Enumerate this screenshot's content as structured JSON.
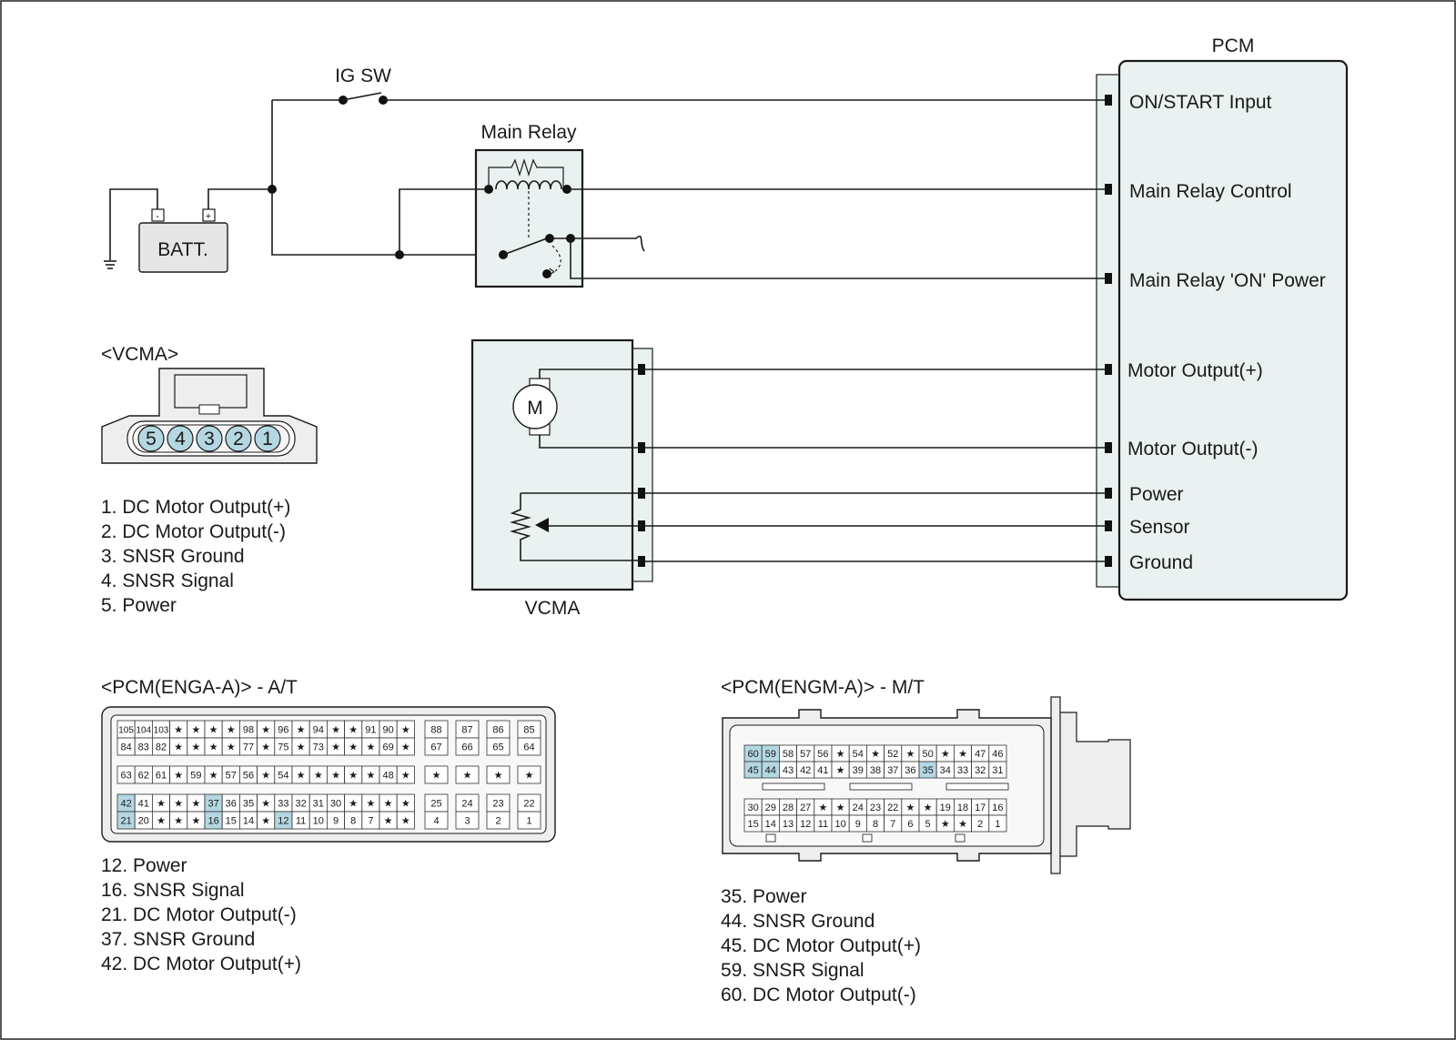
{
  "labels": {
    "ig_sw": "IG SW",
    "main_relay": "Main Relay",
    "batt": "BATT.",
    "batt_minus": "-",
    "batt_plus": "+",
    "pcm": "PCM",
    "vcma": "VCMA",
    "motor": "M"
  },
  "pcm_pins": [
    "ON/START Input",
    "Main Relay Control",
    "Main Relay 'ON' Power",
    "Motor Output(+)",
    "Motor Output(-)",
    "Power",
    "Sensor",
    "Ground"
  ],
  "vcma_connector": {
    "title": "<VCMA>",
    "pins": [
      "5",
      "4",
      "3",
      "2",
      "1"
    ],
    "legend": [
      "1. DC Motor Output(+)",
      "2. DC Motor Output(-)",
      "3. SNSR Ground",
      "4. SNSR Signal",
      "5. Power"
    ]
  },
  "pcm_at": {
    "title": "<PCM(ENGA-A)> - A/T",
    "rows": [
      [
        "105",
        "104",
        "103",
        "★",
        "★",
        "★",
        "★",
        "98",
        "★",
        "96",
        "★",
        "94",
        "★",
        "★",
        "91",
        "90",
        "★"
      ],
      [
        "84",
        "83",
        "82",
        "★",
        "★",
        "★",
        "★",
        "77",
        "★",
        "75",
        "★",
        "73",
        "★",
        "★",
        "★",
        "69",
        "★"
      ],
      [
        "63",
        "62",
        "61",
        "★",
        "59",
        "★",
        "57",
        "56",
        "★",
        "54",
        "★",
        "★",
        "★",
        "★",
        "★",
        "48",
        "★"
      ],
      [
        "42",
        "41",
        "★",
        "★",
        "★",
        "37",
        "36",
        "35",
        "★",
        "33",
        "32",
        "31",
        "30",
        "★",
        "★",
        "★",
        "★"
      ],
      [
        "21",
        "20",
        "★",
        "★",
        "★",
        "16",
        "15",
        "14",
        "★",
        "12",
        "11",
        "10",
        "9",
        "8",
        "7",
        "★",
        "★"
      ]
    ],
    "right_cols": [
      [
        "88",
        "87",
        "86",
        "85"
      ],
      [
        "67",
        "66",
        "65",
        "64"
      ],
      [
        "★",
        "★",
        "★",
        "★"
      ],
      [
        "25",
        "24",
        "23",
        "22"
      ],
      [
        "4",
        "3",
        "2",
        "1"
      ]
    ],
    "highlight": [
      "42",
      "37",
      "21",
      "16",
      "12"
    ],
    "legend": [
      "12. Power",
      "16. SNSR Signal",
      "21. DC Motor Output(-)",
      "37. SNSR Ground",
      "42. DC Motor Output(+)"
    ]
  },
  "pcm_mt": {
    "title": "<PCM(ENGM-A)> - M/T",
    "rows": [
      [
        "60",
        "59",
        "58",
        "57",
        "56",
        "★",
        "54",
        "★",
        "52",
        "★",
        "50",
        "★",
        "★",
        "47",
        "46"
      ],
      [
        "45",
        "44",
        "43",
        "42",
        "41",
        "★",
        "39",
        "38",
        "37",
        "36",
        "35",
        "34",
        "33",
        "32",
        "31"
      ],
      [
        "30",
        "29",
        "28",
        "27",
        "★",
        "★",
        "24",
        "23",
        "22",
        "★",
        "★",
        "19",
        "18",
        "17",
        "16"
      ],
      [
        "15",
        "14",
        "13",
        "12",
        "11",
        "10",
        "9",
        "8",
        "7",
        "6",
        "5",
        "★",
        "★",
        "2",
        "1"
      ]
    ],
    "highlight": [
      "60",
      "59",
      "45",
      "44",
      "35"
    ],
    "legend": [
      "35. Power",
      "44. SNSR Ground",
      "45. DC Motor Output(+)",
      "59. SNSR Signal",
      "60. DC Motor Output(-)"
    ]
  },
  "colors": {
    "pin_highlight": "#b4d7e2",
    "module_fill": "#eaf1f1",
    "batt_fill": "#e6e6e6",
    "frame_fill": "#eeeeee"
  }
}
